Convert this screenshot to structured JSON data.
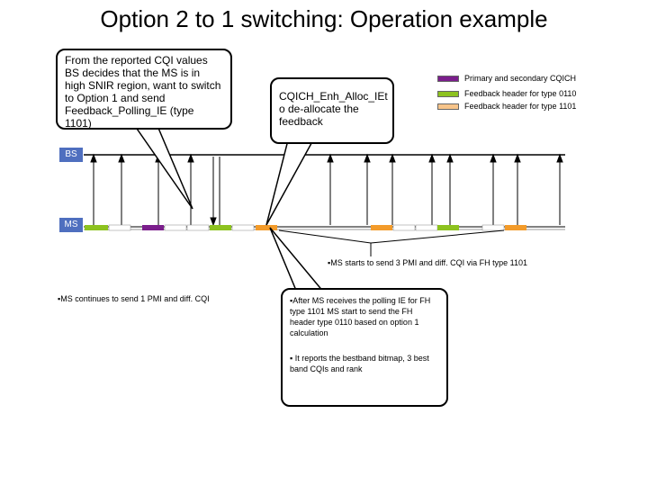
{
  "title": "Option 2 to 1 switching: Operation example",
  "callouts": {
    "bs_decision": "From the reported CQI values BS decides that the MS is in high SNIR region, want to switch to Option 1 and send Feedback_Polling_IE (type 1101)",
    "cqich_alloc": "CQICH_Enh_Alloc_IEt o de-allocate the feedback",
    "after_polling": "After MS receives the polling IE for FH type 1101 MS start to send the FH header type 0110 based on option 1 calculation",
    "bestband": "It reports the bestband bitmap, 3 best band CQIs and rank"
  },
  "notes": {
    "ms_continues": "MS continues to send 1 PMI and diff. CQI",
    "ms_starts": "MS starts to send 3 PMI and diff. CQI via FH type 1101"
  },
  "legend": [
    {
      "label": "Primary and secondary CQICH",
      "color": "#7b1e8c"
    },
    {
      "label": "Feedback header for type 0110",
      "color": "#8dc21f"
    },
    {
      "label": "Feedback header for type 1101",
      "color": "#f7c48a"
    }
  ],
  "lanes": {
    "bs_label": "BS",
    "ms_label": "MS",
    "tag_color": "#4f6fbf"
  },
  "colors": {
    "purple": "#7b1e8c",
    "green": "#8dc21f",
    "orange": "#f39b2a",
    "peach": "#f7c48a"
  }
}
